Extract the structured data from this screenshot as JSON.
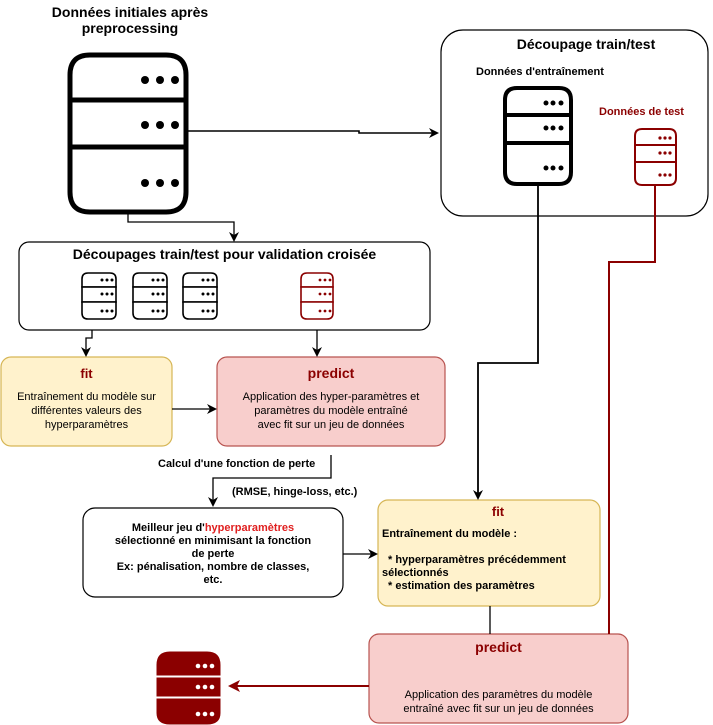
{
  "top_source": {
    "title_line1": "Données initiales après",
    "title_line2": "preprocessing"
  },
  "split_box": {
    "title": "Découpage train/test",
    "train_label": "Données d'entraînement",
    "test_label": "Données de test"
  },
  "cv_box": {
    "title": "Découpages train/test pour validation croisée"
  },
  "fit_cv": {
    "title": "fit",
    "line1": "Entraînement du modèle sur",
    "line2": "différentes valeurs des",
    "line3": "hyperparamètres"
  },
  "predict_cv": {
    "title": "predict",
    "line1": "Application des hyper-paramètres et",
    "line2": "paramètres du modèle entraîné",
    "line3": "avec fit sur un jeu de données"
  },
  "loss_labels": {
    "calcul": "Calcul d'une fonction de perte",
    "examples": "(RMSE, hinge-loss, etc.)"
  },
  "best_box": {
    "line1_prefix": "Meilleur jeu d'",
    "line1_highlight": "hyperparamètres",
    "line2": "sélectionné en minimisant la fonction",
    "line3": "de perte",
    "line4": "Ex: pénalisation, nombre de classes,",
    "line5": "etc."
  },
  "fit_final": {
    "title": "fit",
    "line1": "Entraînement du modèle :",
    "line2": "* hyperparamètres précédemment",
    "line3": "sélectionnés",
    "line4": "* estimation des paramètres"
  },
  "predict_final": {
    "title": "predict",
    "line1": "Application des paramètres du modèle",
    "line2": "entraîné avec fit sur un jeu de données"
  },
  "colors": {
    "dark_red": "#8b0000",
    "fit_fill": "#fff2cc",
    "fit_stroke": "#d6b656",
    "predict_fill": "#f8cecc",
    "predict_stroke": "#b85450",
    "highlight_red": "#e02020"
  },
  "icons": [
    "database-icon"
  ]
}
